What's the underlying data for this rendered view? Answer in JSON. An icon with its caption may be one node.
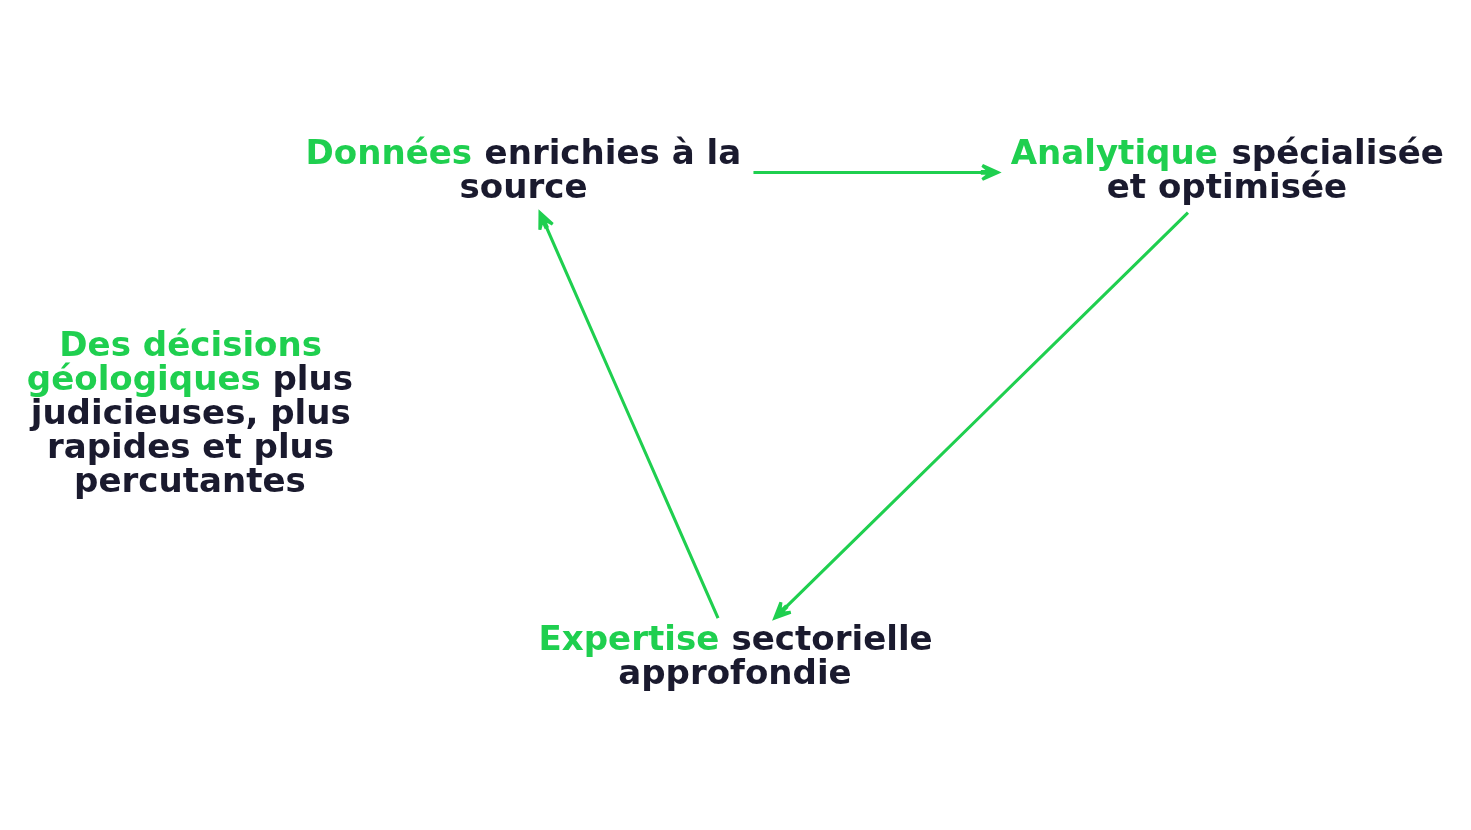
{
  "diagram": {
    "nodes": [
      {
        "text": [
          "**Données** enrichies à la source"
        ]
      },
      {
        "text": [
          "**Analytique** spécialisée et optimisée"
        ]
      },
      {
        "text": [
          "**Expertise** sectorielle approfondie"
        ]
      }
    ],
    "edges": [
      {
        "from": 0,
        "to": 1,
        "arrow": "to"
      },
      {
        "from": 1,
        "to": 2,
        "arrow": "to"
      },
      {
        "from": 2,
        "to": 0,
        "arrow": "to"
      }
    ],
    "labels": [
      "**Des décisions géologiques** plus judicieuses, plus rapides et plus percutantes"
    ]
  }
}
